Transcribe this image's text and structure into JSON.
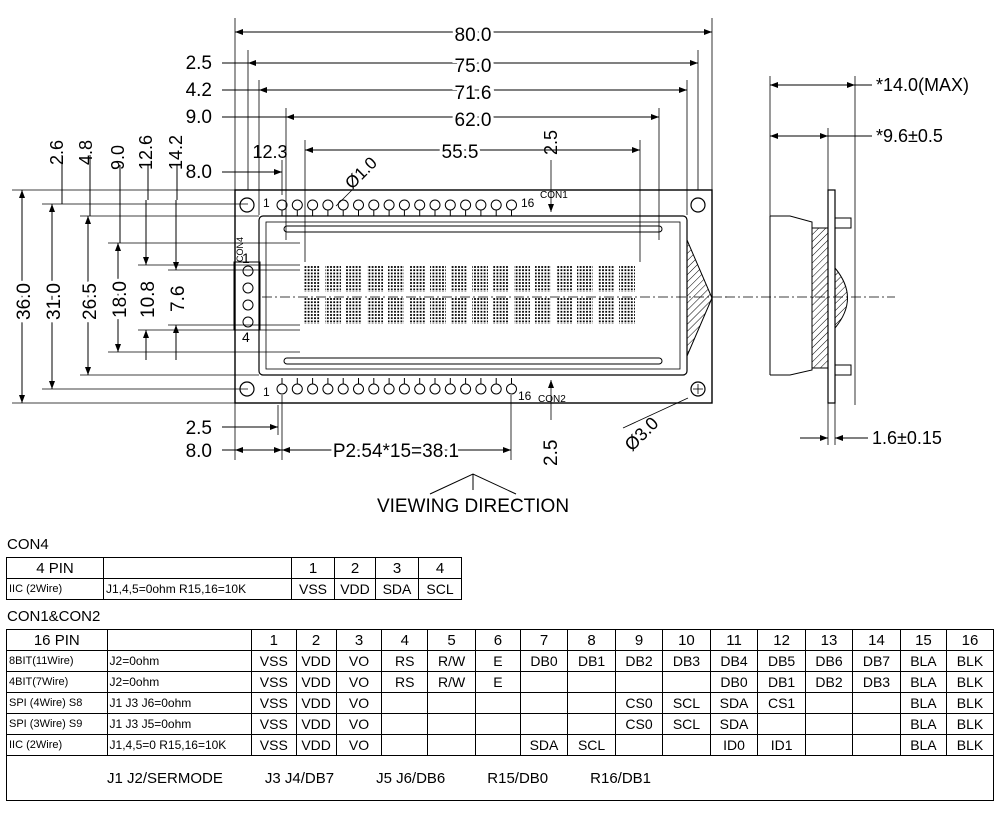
{
  "top_dims": [
    "80.0",
    "75.0",
    "71.6",
    "62.0",
    "55.5",
    "12.3"
  ],
  "left_small_dims": [
    "2.5",
    "4.2",
    "9.0",
    "8.0"
  ],
  "top_vertical_dims": [
    "2.6",
    "4.8",
    "9.0",
    "12.6",
    "14.2",
    "2.5"
  ],
  "hole_dia": "Ø1.0",
  "left_vertical_dims": [
    "36.0",
    "31.0",
    "26.5",
    "18.0",
    "10.8",
    "7.6"
  ],
  "con_labels": {
    "con1": "CON1",
    "con2": "CON2",
    "con4": "CON4",
    "pin1": "1",
    "pin16": "16",
    "con4_pin1": "1",
    "con4_pin4": "4"
  },
  "bottom_dims": {
    "b1": "2.5",
    "b2": "8.0",
    "pitch": "P2.54*15=38.1",
    "b3": "2.5",
    "mount": "Ø3.0"
  },
  "viewing_direction": "VIEWING DIRECTION",
  "side_dims": [
    "*14.0(MAX)",
    "*9.6±0.5",
    "1.6±0.15"
  ],
  "con4_table": {
    "title": "CON4",
    "header": [
      "4 PIN",
      "",
      "1",
      "2",
      "3",
      "4"
    ],
    "rows": [
      [
        "IIC  (2Wire)",
        "J1,4,5=0ohm  R15,16=10K",
        "VSS",
        "VDD",
        "SDA",
        "SCL"
      ]
    ]
  },
  "con12_table": {
    "title": "CON1&CON2",
    "header": [
      "16 PIN",
      "",
      "1",
      "2",
      "3",
      "4",
      "5",
      "6",
      "7",
      "8",
      "9",
      "10",
      "11",
      "12",
      "13",
      "14",
      "15",
      "16"
    ],
    "rows": [
      [
        "8BIT(11Wire)",
        "J2=0ohm",
        "VSS",
        "VDD",
        "VO",
        "RS",
        "R/W",
        "E",
        "DB0",
        "DB1",
        "DB2",
        "DB3",
        "DB4",
        "DB5",
        "DB6",
        "DB7",
        "BLA",
        "BLK"
      ],
      [
        "4BIT(7Wire)",
        "J2=0ohm",
        "VSS",
        "VDD",
        "VO",
        "RS",
        "R/W",
        "E",
        "",
        "",
        "",
        "",
        "DB0",
        "DB1",
        "DB2",
        "DB3",
        "BLA",
        "BLK"
      ],
      [
        "SPI (4Wire)  S8",
        "J1 J3 J6=0ohm",
        "VSS",
        "VDD",
        "VO",
        "",
        "",
        "",
        "",
        "",
        "CS0",
        "SCL",
        "SDA",
        "CS1",
        "",
        "",
        "BLA",
        "BLK"
      ],
      [
        "SPI (3Wire)  S9",
        "J1 J3 J5=0ohm",
        "VSS",
        "VDD",
        "VO",
        "",
        "",
        "",
        "",
        "",
        "CS0",
        "SCL",
        "SDA",
        "",
        "",
        "",
        "BLA",
        "BLK"
      ],
      [
        "IIC  (2Wire)",
        "J1,4,5=0  R15,16=10K",
        "VSS",
        "VDD",
        "VO",
        "",
        "",
        "",
        "SDA",
        "SCL",
        "",
        "",
        "ID0",
        "ID1",
        "",
        "",
        "BLA",
        "BLK"
      ]
    ],
    "footer": [
      "J1 J2/SERMODE",
      "J3 J4/DB7",
      "J5 J6/DB6",
      "R15/DB0",
      "R16/DB1"
    ]
  }
}
